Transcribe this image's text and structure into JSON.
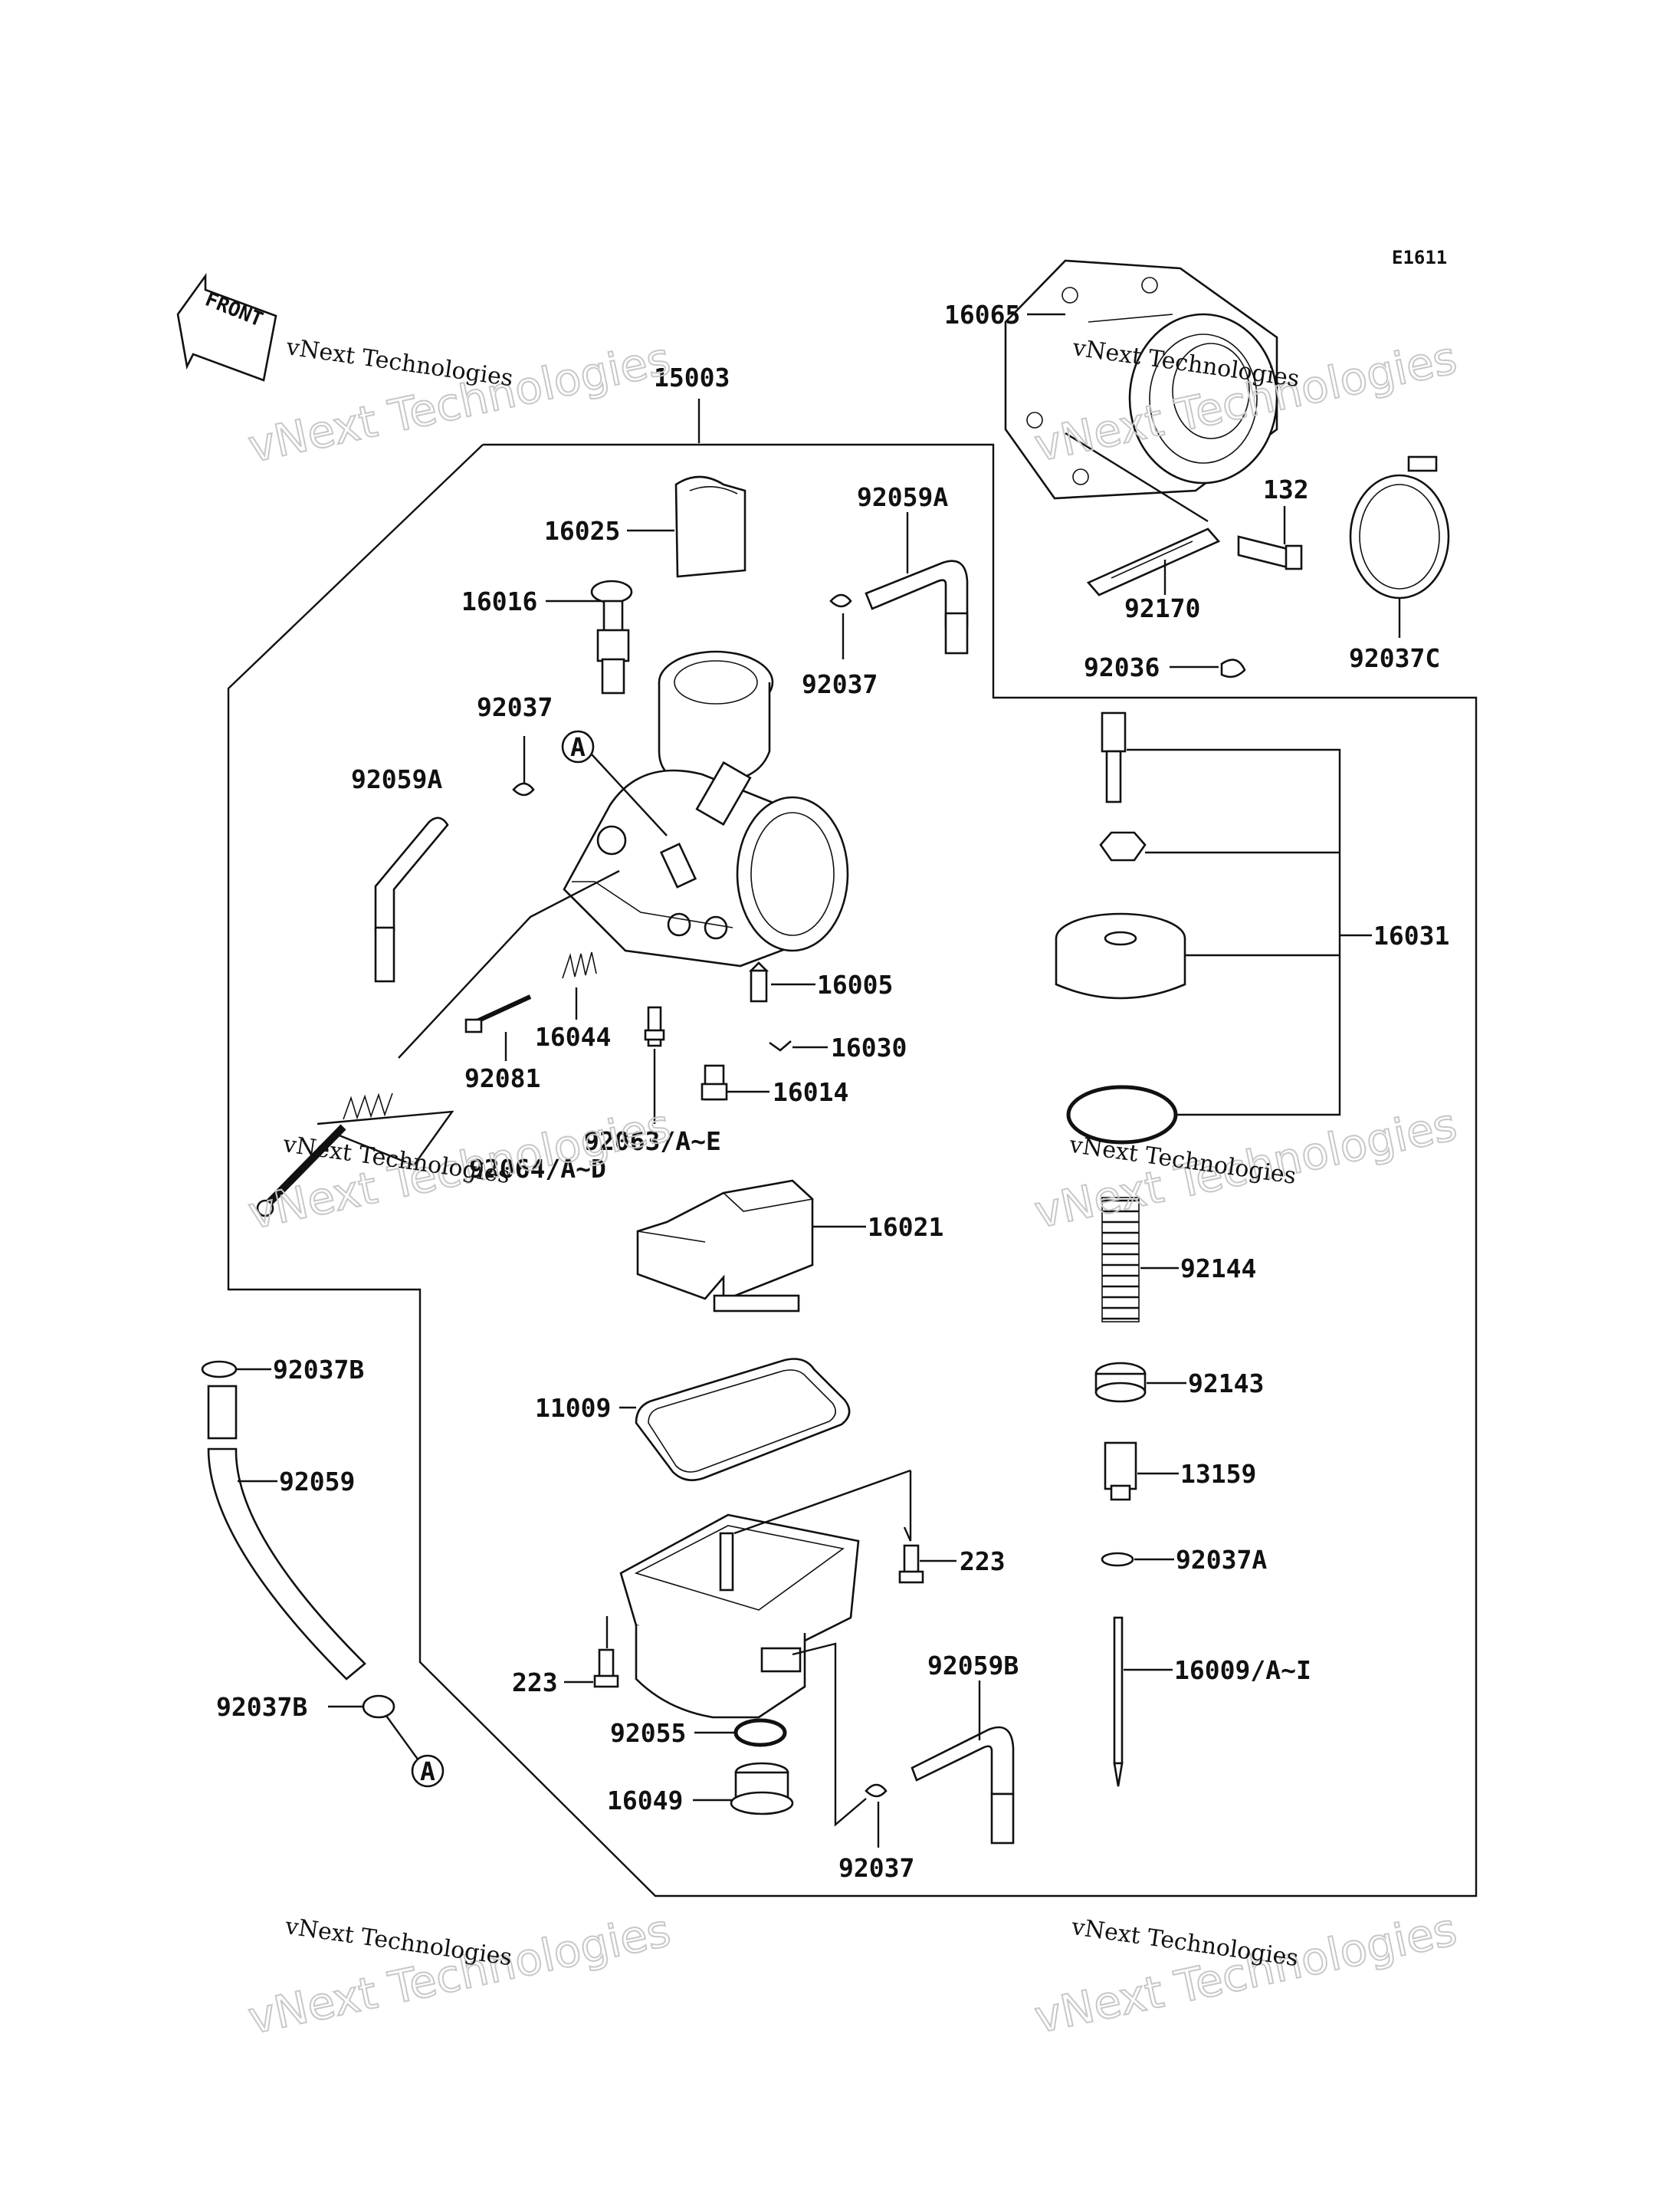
{
  "diagram_code": "E1611",
  "front_label": "FRONT",
  "watermark": {
    "line1": "vNext Technologies",
    "line2": "vNext Technologies"
  },
  "callout_ref": "A",
  "parts": [
    {
      "id": "p16065",
      "label": "16065"
    },
    {
      "id": "p15003",
      "label": "15003"
    },
    {
      "id": "p16025",
      "label": "16025"
    },
    {
      "id": "p92059A_top",
      "label": "92059A"
    },
    {
      "id": "p16016",
      "label": "16016"
    },
    {
      "id": "p92037_top",
      "label": "92037"
    },
    {
      "id": "p92037_left",
      "label": "92037"
    },
    {
      "id": "p92059A_left",
      "label": "92059A"
    },
    {
      "id": "p132",
      "label": "132"
    },
    {
      "id": "p92170",
      "label": "92170"
    },
    {
      "id": "p92036",
      "label": "92036"
    },
    {
      "id": "p92037C",
      "label": "92037C"
    },
    {
      "id": "p16005",
      "label": "16005"
    },
    {
      "id": "p16030",
      "label": "16030"
    },
    {
      "id": "p16044",
      "label": "16044"
    },
    {
      "id": "p92081",
      "label": "92081"
    },
    {
      "id": "p16014",
      "label": "16014"
    },
    {
      "id": "p92063",
      "label": "92063/A~E"
    },
    {
      "id": "p92064",
      "label": "92064/A~D"
    },
    {
      "id": "p16021",
      "label": "16021"
    },
    {
      "id": "p16031",
      "label": "16031"
    },
    {
      "id": "p92144",
      "label": "92144"
    },
    {
      "id": "p92037B_top",
      "label": "92037B"
    },
    {
      "id": "p92143",
      "label": "92143"
    },
    {
      "id": "p11009",
      "label": "11009"
    },
    {
      "id": "p92059",
      "label": "92059"
    },
    {
      "id": "p13159",
      "label": "13159"
    },
    {
      "id": "p223_right",
      "label": "223"
    },
    {
      "id": "p92037A",
      "label": "92037A"
    },
    {
      "id": "p223_left",
      "label": "223"
    },
    {
      "id": "p92059B",
      "label": "92059B"
    },
    {
      "id": "p16009",
      "label": "16009/A~I"
    },
    {
      "id": "p92037B_bottom",
      "label": "92037B"
    },
    {
      "id": "p92055",
      "label": "92055"
    },
    {
      "id": "p16049",
      "label": "16049"
    },
    {
      "id": "p92037_bottom",
      "label": "92037"
    }
  ]
}
